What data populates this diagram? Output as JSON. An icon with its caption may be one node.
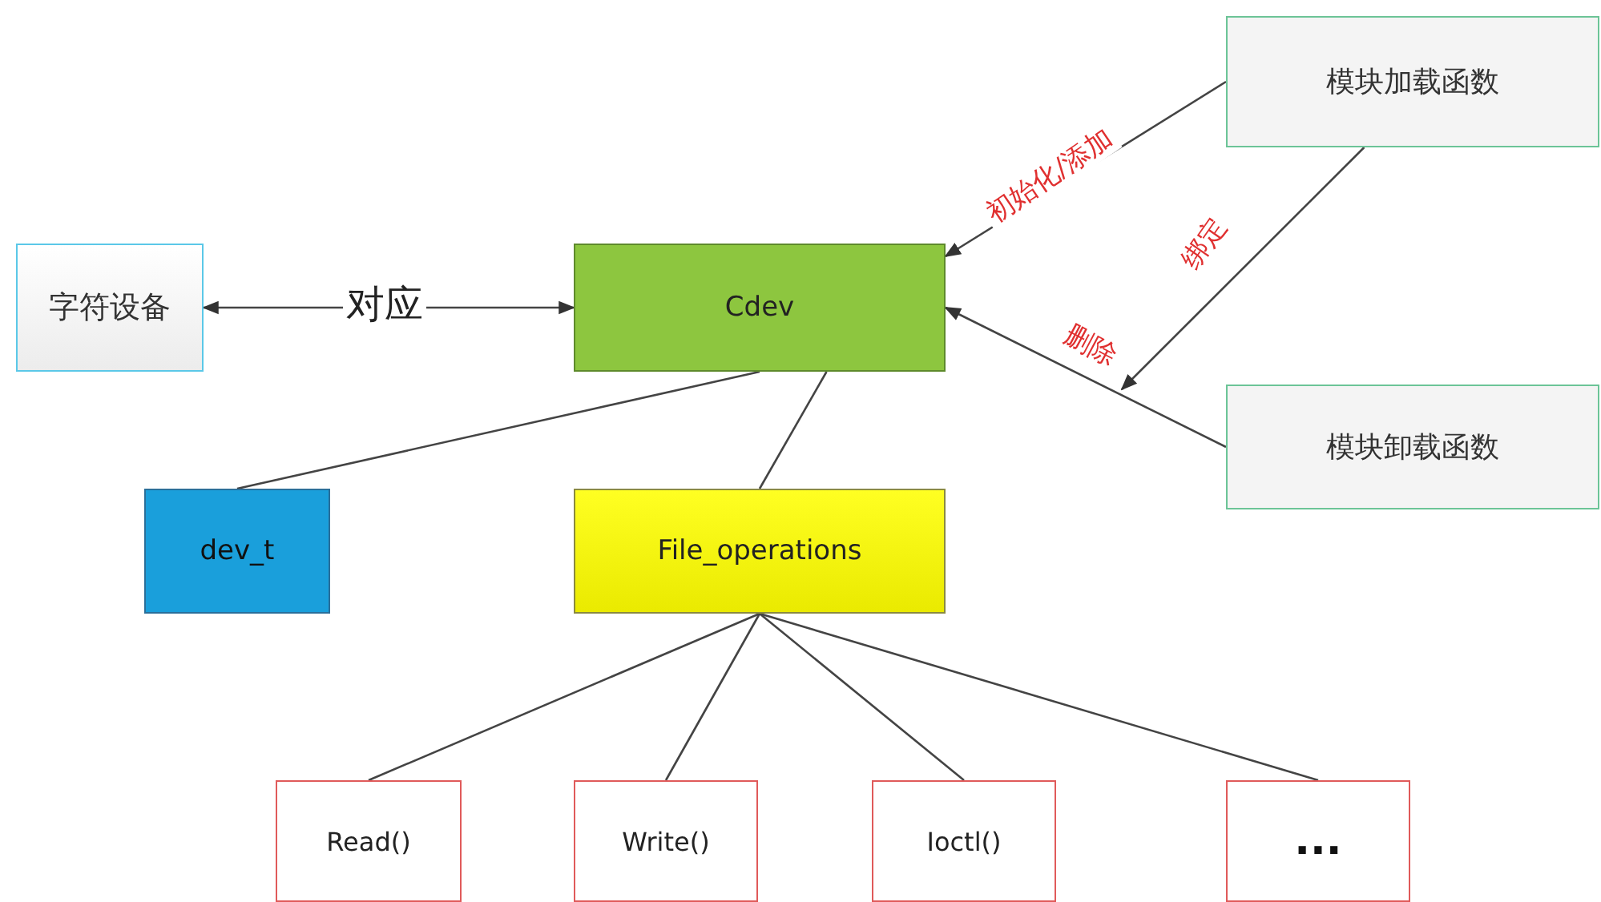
{
  "diagram": {
    "nodes": [
      {
        "text": [
          "字符设备"
        ]
      },
      {
        "text": [
          "Cdev"
        ]
      },
      {
        "text": [
          "模块加载函数"
        ]
      },
      {
        "text": [
          "模块卸载函数"
        ]
      },
      {
        "text": [
          "dev_t"
        ]
      },
      {
        "text": [
          "File_operations"
        ]
      },
      {
        "text": [
          "Read()"
        ]
      },
      {
        "text": [
          "Write()"
        ]
      },
      {
        "text": [
          "Ioctl()"
        ]
      },
      {
        "text": [
          "..."
        ]
      }
    ],
    "edges": [
      {
        "from": 0,
        "to": 1,
        "arrow": "both",
        "label": "对应"
      },
      {
        "from": 2,
        "to": 1,
        "arrow": "to",
        "label": "初始化/添加"
      },
      {
        "from": 2,
        "to": null,
        "arrow": "to",
        "label": "绑定"
      },
      {
        "from": 3,
        "to": 1,
        "arrow": "to",
        "label": "删除"
      },
      {
        "from": 1,
        "to": 4,
        "arrow": "none"
      },
      {
        "from": 1,
        "to": 5,
        "arrow": "none"
      },
      {
        "from": 5,
        "to": 6,
        "arrow": "none"
      },
      {
        "from": 5,
        "to": 7,
        "arrow": "none"
      },
      {
        "from": 5,
        "to": 8,
        "arrow": "none"
      },
      {
        "from": 5,
        "to": 9,
        "arrow": "none"
      }
    ]
  }
}
